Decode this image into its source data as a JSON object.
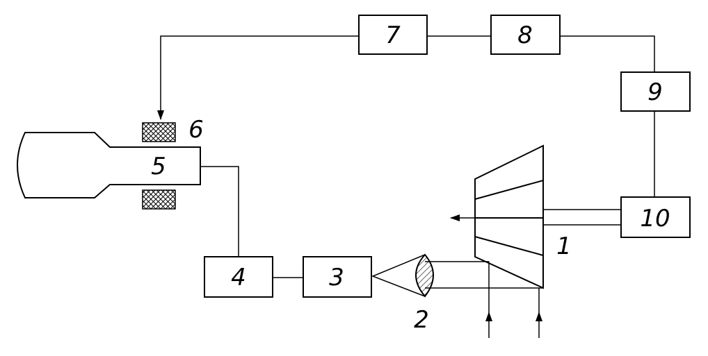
{
  "diagram": {
    "labels": {
      "block_1": "1",
      "block_2": "2",
      "block_3": "3",
      "block_4": "4",
      "block_5": "5",
      "block_6": "6",
      "block_7": "7",
      "block_8": "8",
      "block_9": "9",
      "block_10": "10"
    }
  }
}
